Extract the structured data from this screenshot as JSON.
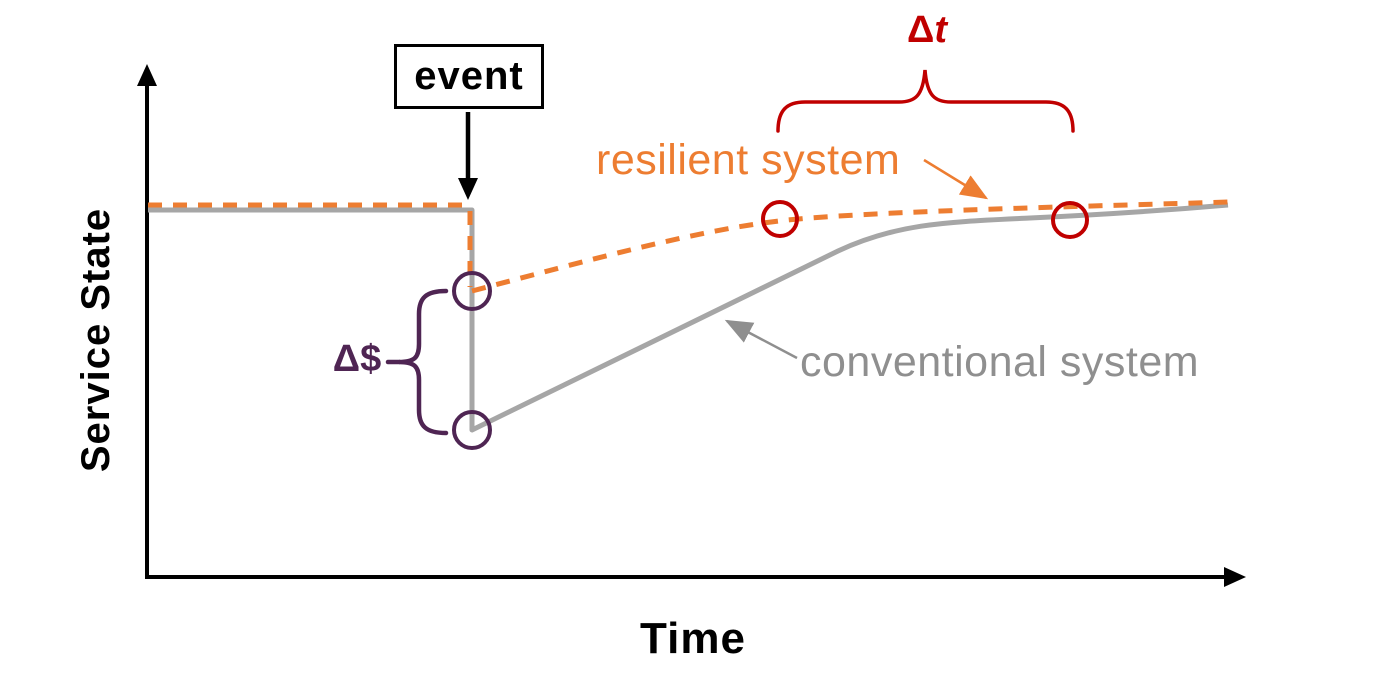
{
  "labels": {
    "ylabel": "Service State",
    "xlabel": "Time",
    "event": "event",
    "delta_t_delta": "Δ",
    "delta_t_var": "t",
    "delta_s_delta": "Δ",
    "delta_s_var": "$",
    "resilient": "resilient system",
    "conventional": "conventional system"
  },
  "colors": {
    "orange": "#ED7D31",
    "line-gray": "#A6A6A6",
    "text-gray": "#8F8F8F",
    "red": "#C00000",
    "purple": "#4F2553",
    "axis-black": "#000000",
    "background": "#FFFFFF"
  },
  "chart_data": {
    "type": "line",
    "title": "",
    "xlabel": "Time",
    "ylabel": "Service State",
    "grid": false,
    "axis_ticks": "none (qualitative conceptual axes with arrowheads)",
    "x_range_normalized": [
      0,
      1
    ],
    "y_range_normalized": [
      0,
      1
    ],
    "series": [
      {
        "name": "resilient system",
        "color": "#ED7D31",
        "line_style": "dashed",
        "x": [
          0,
          0.3,
          0.3,
          0.58,
          0.84,
          1.0
        ],
        "y": [
          1.0,
          1.0,
          0.78,
          0.97,
          0.99,
          1.0
        ]
      },
      {
        "name": "conventional system",
        "color": "#A6A6A6",
        "line_style": "solid",
        "x": [
          0,
          0.3,
          0.3,
          0.58,
          0.84,
          1.0
        ],
        "y": [
          1.0,
          1.0,
          0.4,
          0.81,
          0.98,
          1.0
        ]
      }
    ],
    "markers": [
      {
        "shape": "open-circle",
        "color": "#4F2553",
        "series": "resilient system",
        "x": 0.3,
        "y": 0.78
      },
      {
        "shape": "open-circle",
        "color": "#4F2553",
        "series": "conventional system",
        "x": 0.3,
        "y": 0.4
      },
      {
        "shape": "open-circle",
        "color": "#C00000",
        "series": "resilient system",
        "x": 0.58,
        "y": 0.97
      },
      {
        "shape": "open-circle",
        "color": "#C00000",
        "series": "conventional system",
        "x": 0.84,
        "y": 0.98
      }
    ],
    "annotations": [
      {
        "label": "event",
        "type": "boxed-label-with-down-arrow",
        "x": 0.3
      },
      {
        "label": "Δ$",
        "type": "vertical-curly-brace",
        "x": 0.3,
        "y_from": 0.4,
        "y_to": 0.78,
        "color": "#4F2553",
        "meaning": "difference in service-state drop between the two systems"
      },
      {
        "label": "Δt",
        "type": "horizontal-curly-brace",
        "x_from": 0.58,
        "x_to": 0.84,
        "color": "#C00000",
        "meaning": "difference in recovery time between the two systems"
      },
      {
        "label": "resilient system",
        "type": "series-callout-with-arrow",
        "color": "#ED7D31"
      },
      {
        "label": "conventional system",
        "type": "series-callout-with-arrow",
        "color": "#8F8F8F"
      }
    ],
    "legend_position": "inline callouts"
  }
}
